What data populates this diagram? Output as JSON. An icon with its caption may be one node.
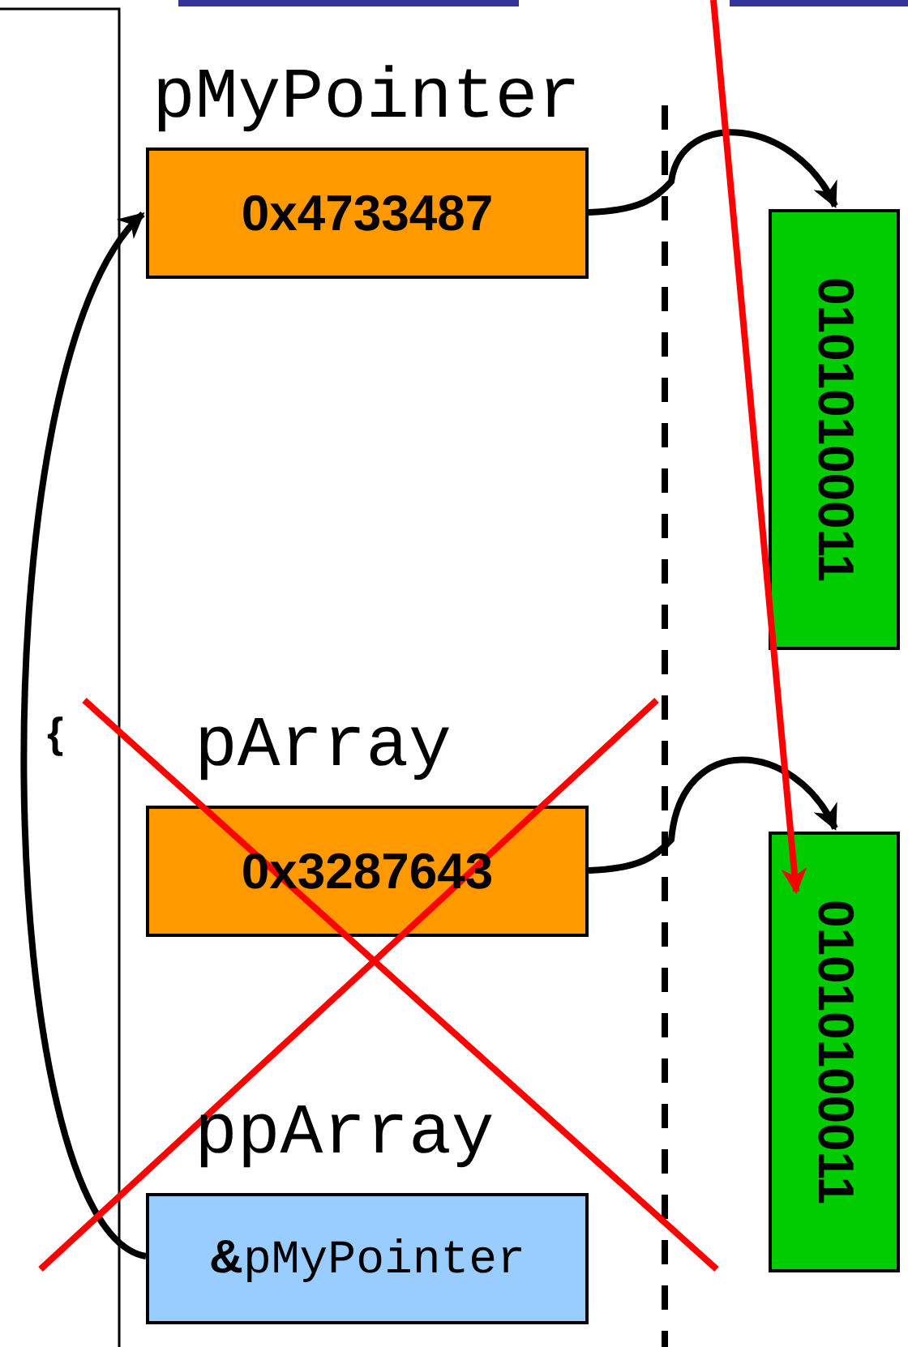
{
  "diagram": {
    "nodes": [
      {
        "text": [
          "pMyPointer",
          "0x4733487"
        ]
      },
      {
        "text": [
          "01010100011"
        ]
      },
      {
        "text": [
          "pArray",
          "0x3287643"
        ]
      },
      {
        "text": [
          "01010100011"
        ]
      },
      {
        "text": [
          "ppArray",
          "**&**pMyPointer"
        ]
      }
    ],
    "edges": [
      {
        "from": 0,
        "to": 1,
        "arrow": "to"
      },
      {
        "from": 2,
        "to": 3,
        "arrow": "to"
      },
      {
        "from": 4,
        "to": 0,
        "arrow": "to"
      },
      {
        "from": null,
        "to": 3,
        "arrow": "to",
        "color": "#ff0000"
      }
    ],
    "labels": [
      "{"
    ]
  }
}
